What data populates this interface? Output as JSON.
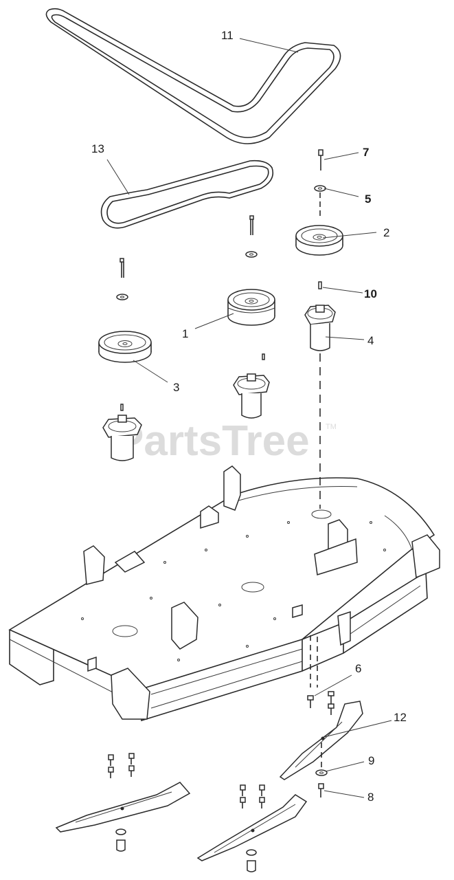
{
  "watermark": {
    "text": "PartsTree",
    "mark": "TM"
  },
  "callouts": [
    {
      "id": "11",
      "text": "11",
      "bold": false
    },
    {
      "id": "13",
      "text": "13",
      "bold": false
    },
    {
      "id": "7",
      "text": "7",
      "bold": true
    },
    {
      "id": "5",
      "text": "5",
      "bold": true
    },
    {
      "id": "2",
      "text": "2",
      "bold": false
    },
    {
      "id": "10",
      "text": "10",
      "bold": true
    },
    {
      "id": "1",
      "text": "1",
      "bold": false
    },
    {
      "id": "4",
      "text": "4",
      "bold": false
    },
    {
      "id": "3",
      "text": "3",
      "bold": false
    },
    {
      "id": "6",
      "text": "6",
      "bold": false
    },
    {
      "id": "12",
      "text": "12",
      "bold": false
    },
    {
      "id": "9",
      "text": "9",
      "bold": false
    },
    {
      "id": "8",
      "text": "8",
      "bold": false
    }
  ],
  "colors": {
    "line": "#2a2a2a",
    "watermark": "#dcdcdc",
    "background": "#ffffff"
  }
}
